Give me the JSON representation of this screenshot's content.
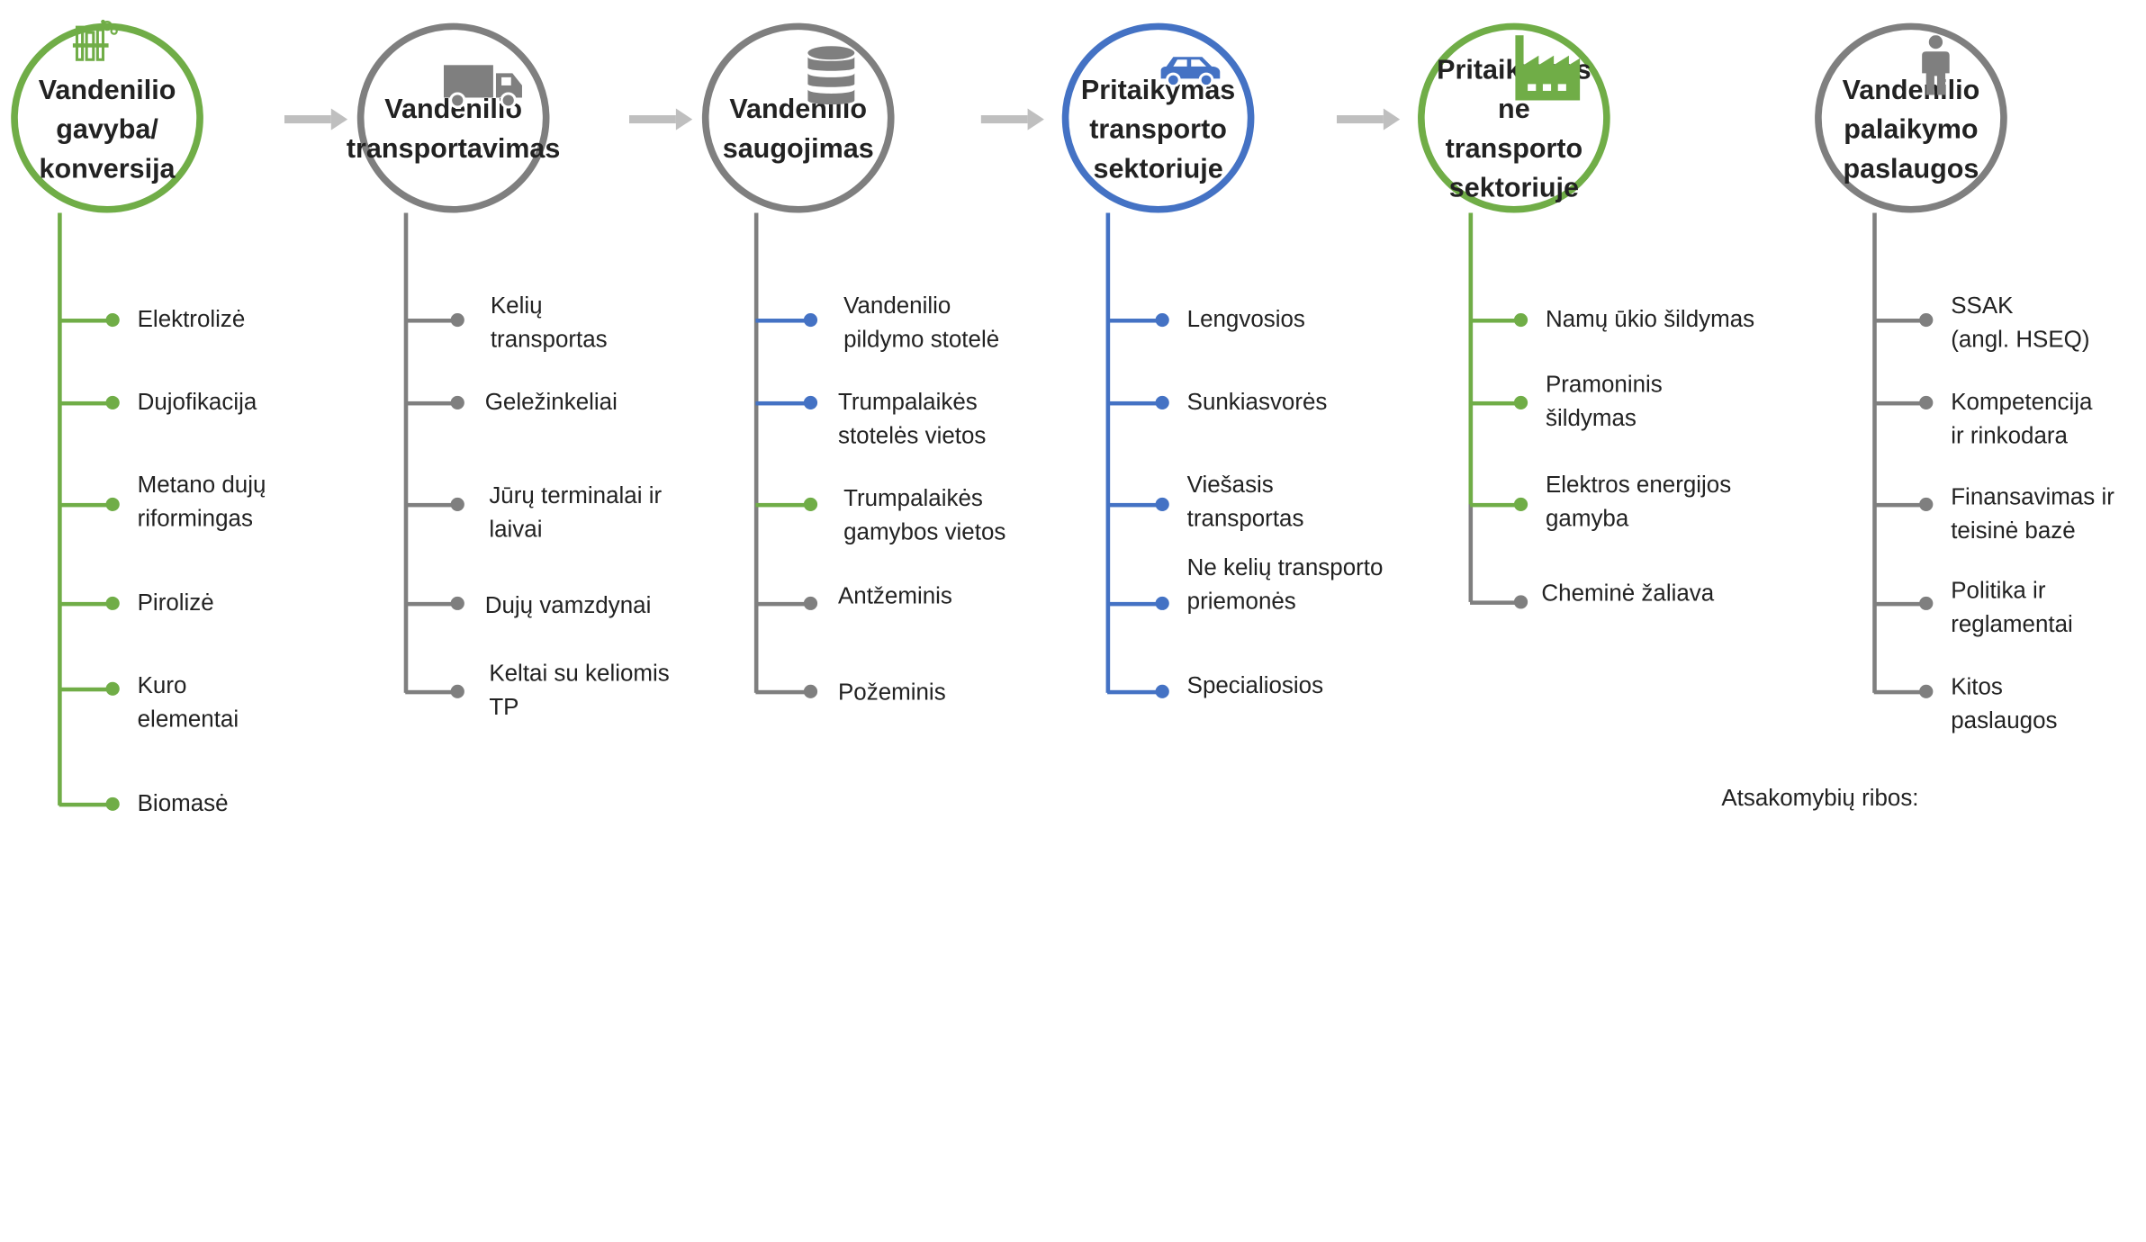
{
  "colors": {
    "green": "#70ad47",
    "gray": "#7f7f7f",
    "blue": "#4472c4",
    "arrow": "#bfbfbf"
  },
  "columns": [
    {
      "title": "Vandenilio\ngavyba/\nkonversija",
      "icon": "lab-flask-icon",
      "border": "green",
      "line": "green",
      "items": [
        {
          "label": "Elektrolizė",
          "color": "green"
        },
        {
          "label": "Dujofikacija",
          "color": "green"
        },
        {
          "label": "Metano dujų\nriformingas",
          "color": "green"
        },
        {
          "label": "Pirolizė",
          "color": "green"
        },
        {
          "label": "Kuro\nelementai",
          "color": "green"
        },
        {
          "label": "Biomasė",
          "color": "green"
        }
      ]
    },
    {
      "title": "Vandenilio\ntransportavimas",
      "icon": "truck-icon",
      "border": "gray",
      "line": "gray",
      "items": [
        {
          "label": "Kelių\ntransportas",
          "color": "gray"
        },
        {
          "label": "Geležinkeliai",
          "color": "gray"
        },
        {
          "label": "Jūrų terminalai ir\nlaivai",
          "color": "gray"
        },
        {
          "label": "Dujų vamzdynai",
          "color": "gray"
        },
        {
          "label": "Keltai su keliomis\nTP",
          "color": "gray"
        }
      ]
    },
    {
      "title": "Vandenilio\nsaugojimas",
      "icon": "database-icon",
      "border": "gray",
      "line": "gray",
      "items": [
        {
          "label": "Vandenilio\npildymo stotelė",
          "color": "blue"
        },
        {
          "label": "Trumpalaikės\nstotelės vietos",
          "color": "blue"
        },
        {
          "label": "Trumpalaikės\ngamybos vietos",
          "color": "green"
        },
        {
          "label": "Antžeminis",
          "color": "gray"
        },
        {
          "label": "Požeminis",
          "color": "gray"
        }
      ]
    },
    {
      "title": "Pritaikymas\ntransporto\nsektoriuje",
      "icon": "car-icon",
      "border": "blue",
      "line": "blue",
      "items": [
        {
          "label": "Lengvosios",
          "color": "blue"
        },
        {
          "label": "Sunkiasvorės",
          "color": "blue"
        },
        {
          "label": "Viešasis\ntransportas",
          "color": "blue"
        },
        {
          "label": "Ne kelių transporto\npriemonės",
          "color": "blue"
        },
        {
          "label": "Specialiosios",
          "color": "blue"
        }
      ]
    },
    {
      "title": "Pritaikymas ne\ntransporto\nsektoriuje",
      "icon": "factory-icon",
      "border": "green",
      "line": "green",
      "items": [
        {
          "label": "Namų ūkio šildymas",
          "color": "green"
        },
        {
          "label": "Pramoninis\nšildymas",
          "color": "green"
        },
        {
          "label": "Elektros energijos\ngamyba",
          "color": "green"
        },
        {
          "label": "Cheminė žaliava",
          "color": "gray"
        }
      ]
    },
    {
      "title": "Vandenilio\npalaikymo\npaslaugos",
      "icon": "person-icon",
      "border": "gray",
      "line": "gray",
      "items": [
        {
          "label": "SSAK\n(angl. HSEQ)",
          "color": "gray"
        },
        {
          "label": "Kompetencija\nir rinkodara",
          "color": "gray"
        },
        {
          "label": "Finansavimas ir\nteisinė bazė",
          "color": "gray"
        },
        {
          "label": "Politika ir\nreglamentai",
          "color": "gray"
        },
        {
          "label": "Kitos\npaslaugos",
          "color": "gray"
        }
      ]
    }
  ],
  "legend": {
    "title": "Atsakomybių ribos:"
  }
}
